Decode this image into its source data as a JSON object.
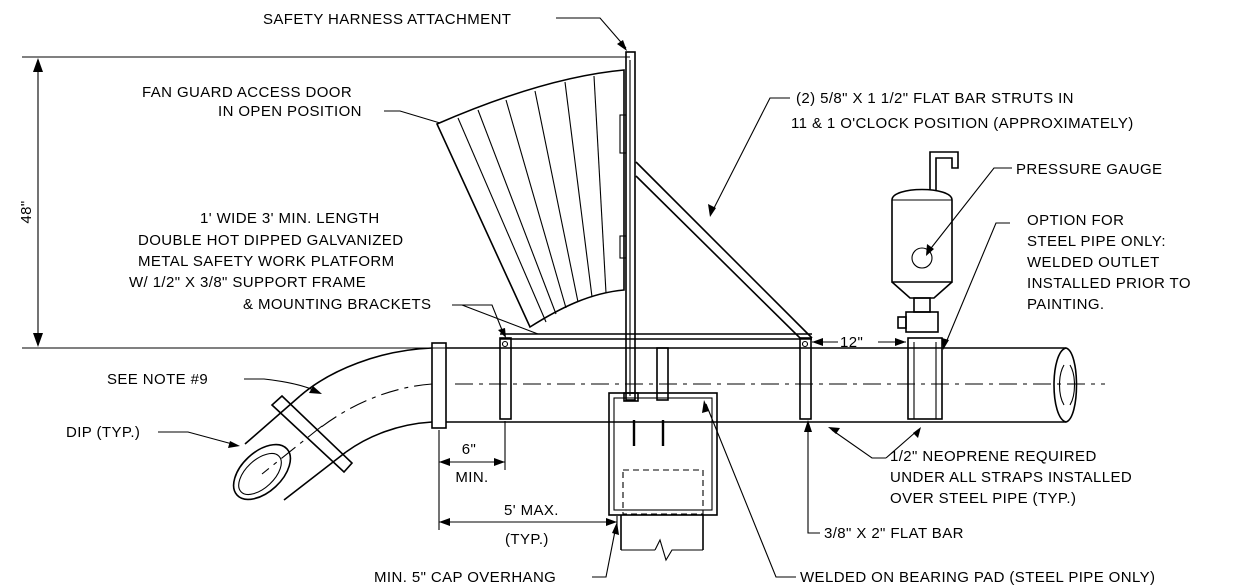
{
  "labels": {
    "harness": "SAFETY HARNESS ATTACHMENT",
    "fan_guard_1": "FAN GUARD ACCESS DOOR",
    "fan_guard_2": "IN OPEN POSITION",
    "struts_1": "(2) 5/8\" X 1 1/2\" FLAT BAR STRUTS IN",
    "struts_2": "11 & 1 O'CLOCK POSITION (APPROXIMATELY)",
    "pressure_gauge": "PRESSURE GAUGE",
    "option_1": "OPTION FOR",
    "option_2": "STEEL PIPE ONLY:",
    "option_3": "WELDED OUTLET",
    "option_4": "INSTALLED PRIOR TO",
    "option_5": "PAINTING.",
    "platform_1": "1' WIDE 3' MIN. LENGTH",
    "platform_2": "DOUBLE HOT DIPPED GALVANIZED",
    "platform_3": "METAL SAFETY WORK PLATFORM",
    "platform_4": "W/ 1/2\" X 3/8\" SUPPORT FRAME",
    "platform_5": "& MOUNTING BRACKETS",
    "see_note": "SEE NOTE #9",
    "dip": "DIP (TYP.)",
    "neoprene_1": "1/2\" NEOPRENE REQUIRED",
    "neoprene_2": "UNDER ALL STRAPS INSTALLED",
    "neoprene_3": "OVER STEEL PIPE (TYP.)",
    "flat_bar": "3/8\" X 2\" FLAT BAR",
    "cap_overhang": "MIN. 5\" CAP OVERHANG",
    "bearing_pad": "WELDED ON BEARING PAD (STEEL PIPE ONLY)"
  },
  "dimensions": {
    "height": "48\"",
    "six_inch": "6\"",
    "six_inch_min": "MIN.",
    "five_ft": "5' MAX.",
    "five_ft_typ": "(TYP.)",
    "twelve_inch": "12\""
  }
}
